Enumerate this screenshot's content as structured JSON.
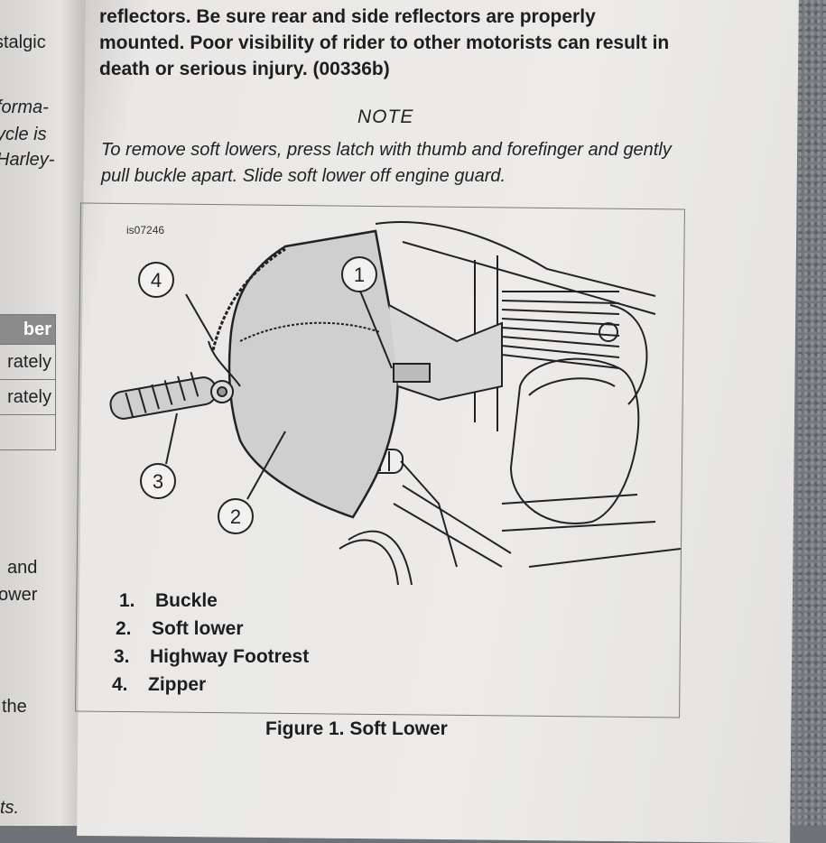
{
  "left_page": {
    "lines": [
      {
        "text": "stalgic",
        "italic": false
      },
      {
        "text": "forma-",
        "italic": true
      },
      {
        "text": "ycle  is",
        "italic": true
      },
      {
        "text": "Harley-",
        "italic": true
      },
      {
        "text": "and",
        "italic": false
      },
      {
        "text": "ower",
        "italic": false
      },
      {
        "text": "the",
        "italic": false
      },
      {
        "text": "ts.",
        "italic": true
      }
    ],
    "table": {
      "header": "ber",
      "rows": [
        "rately",
        "rately",
        ""
      ]
    }
  },
  "warning_text": "reflectors. Be sure rear and side reflectors are properly mounted. Poor visibility of rider to other motorists can result in death or serious injury. (00336b)",
  "note": {
    "heading": "NOTE",
    "text": "To remove soft lowers, press latch with thumb and forefinger and gently pull buckle apart. Slide soft lower off engine guard."
  },
  "figure": {
    "id": "is07246",
    "callouts": [
      "1",
      "2",
      "3",
      "4"
    ],
    "legend": [
      {
        "num": "1.",
        "label": "Buckle"
      },
      {
        "num": "2.",
        "label": "Soft lower"
      },
      {
        "num": "3.",
        "label": "Highway Footrest"
      },
      {
        "num": "4.",
        "label": "Zipper"
      }
    ],
    "caption": "Figure 1. Soft Lower"
  }
}
